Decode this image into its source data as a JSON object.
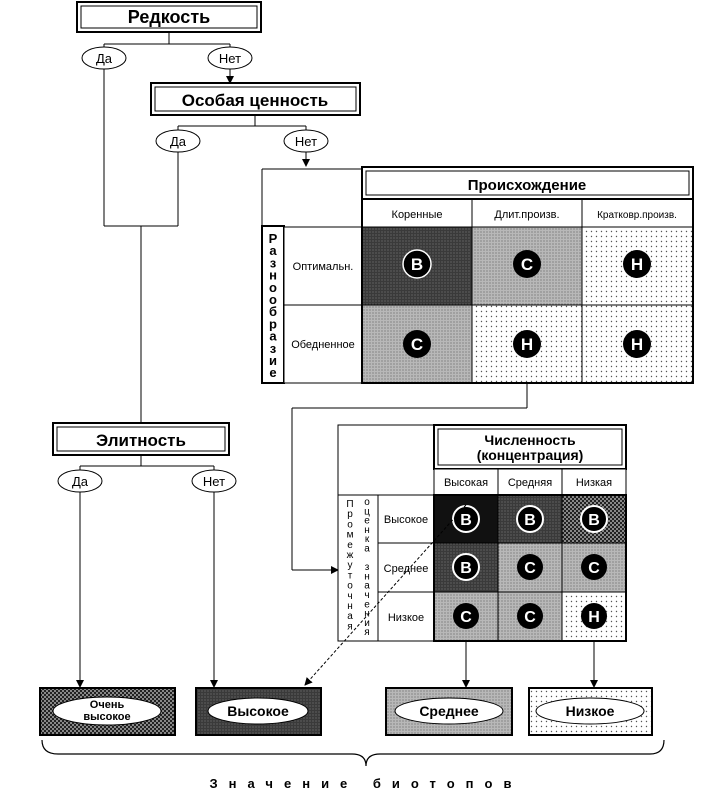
{
  "title_rarity": "Редкость",
  "yes": "Да",
  "no": "Нет",
  "title_special_value": "Особая ценность",
  "title_origin": "Происхождение",
  "origin_columns": [
    "Коренные",
    "Длит.произв.",
    "Кратковр.произв."
  ],
  "diversity_label": "Разнообразие",
  "diversity_rows": [
    "Оптимальн.",
    "Обедненное"
  ],
  "origin_matrix": [
    [
      "В",
      "С",
      "Н"
    ],
    [
      "С",
      "Н",
      "Н"
    ]
  ],
  "title_elite": "Элитность",
  "title_abundance_line1": "Численность",
  "title_abundance_line2": "(концентрация)",
  "abundance_columns": [
    "Высокая",
    "Средняя",
    "Низкая"
  ],
  "intermediate_label_left": "Промежуточная",
  "intermediate_label_right": "оценка значения",
  "abundance_rows": [
    "Высокое",
    "Среднее",
    "Низкое"
  ],
  "abundance_matrix": [
    [
      "В",
      "В",
      "В"
    ],
    [
      "В",
      "С",
      "С"
    ],
    [
      "С",
      "С",
      "Н"
    ]
  ],
  "outcomes": [
    "Очень высокое",
    "Высокое",
    "Среднее",
    "Низкое"
  ],
  "footer": "Значение биотопов"
}
